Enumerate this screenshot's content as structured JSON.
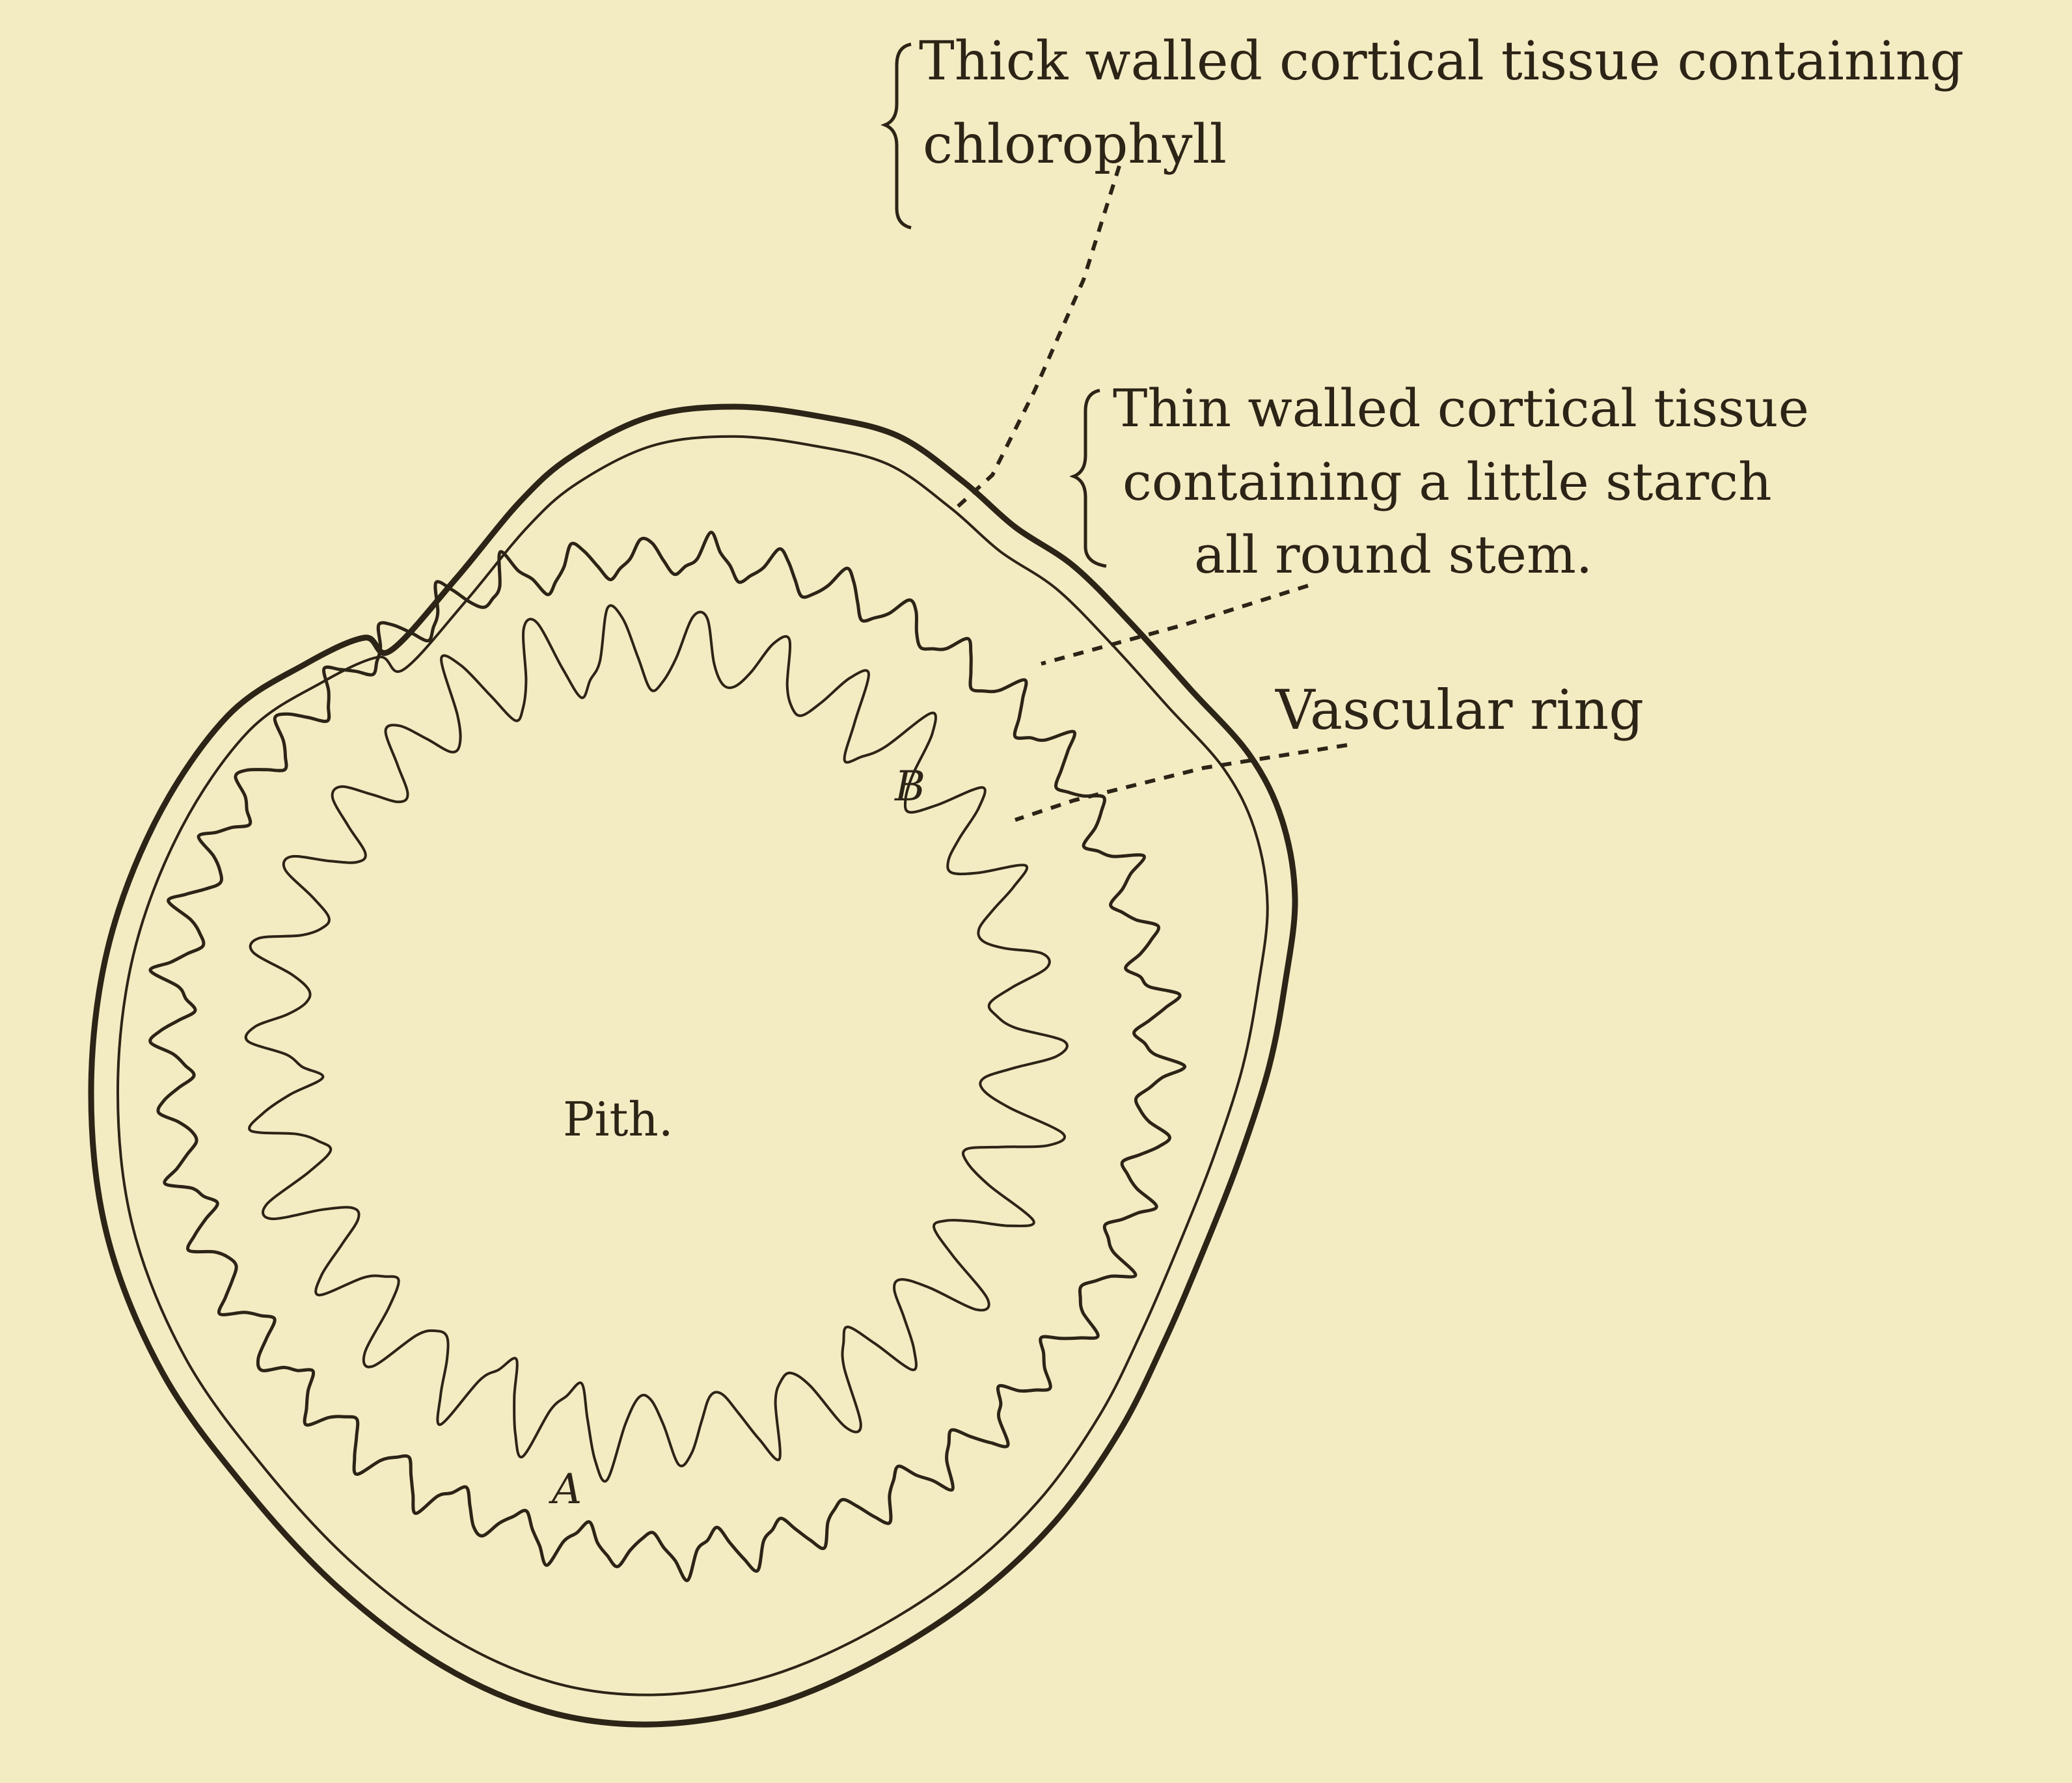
{
  "colors": {
    "paper": "#f3ebc2",
    "ink": "#2c2416"
  },
  "labels": {
    "thick_walled_line1": "Thick walled cortical tissue containing",
    "thick_walled_line2": "chlorophyll",
    "thin_walled_line1": "Thin walled cortical tissue",
    "thin_walled_line2": "containing a little starch",
    "thin_walled_line3": "all round stem.",
    "vascular_ring": "Vascular ring",
    "pith": "Pith.",
    "marker_a": "A",
    "marker_b": "B"
  }
}
